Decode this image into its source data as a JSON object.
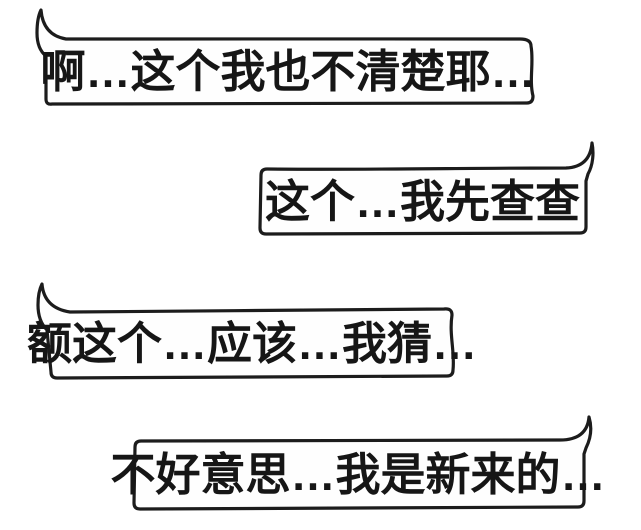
{
  "panel": {
    "background_color": "#ffffff",
    "ink_color": "#1c1c1c",
    "bubbles": [
      {
        "id": "bubble-1",
        "tail": "top-left",
        "text": "啊…这个我也不清楚耶…"
      },
      {
        "id": "bubble-2",
        "tail": "top-right",
        "text": "这个…我先查查"
      },
      {
        "id": "bubble-3",
        "tail": "top-left",
        "text": "额这个…应该…我猜…"
      },
      {
        "id": "bubble-4",
        "tail": "top-right",
        "text": "不好意思…我是新来的…"
      }
    ]
  }
}
